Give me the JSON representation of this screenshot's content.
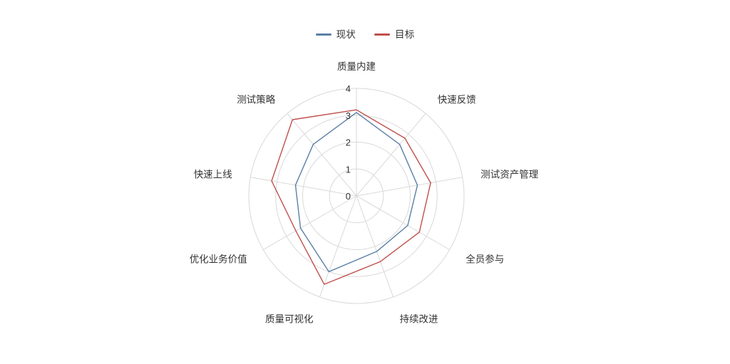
{
  "legend": {
    "items": [
      {
        "label": "现状",
        "color": "#5b7fa6"
      },
      {
        "label": "目标",
        "color": "#c0504d"
      }
    ]
  },
  "axis": {
    "tick_labels": [
      "0",
      "1",
      "2",
      "3",
      "4"
    ],
    "labels": [
      "质量内建",
      "快速反馈",
      "测试资产管理",
      "全员参与",
      "持续改进",
      "质量可视化",
      "优化业务价值",
      "快速上线",
      "测试策略"
    ]
  },
  "chart_data": {
    "type": "radar",
    "title": "",
    "categories": [
      "质量内建",
      "快速反馈",
      "测试资产管理",
      "全员参与",
      "持续改进",
      "质量可视化",
      "优化业务价值",
      "快速上线",
      "测试策略"
    ],
    "series": [
      {
        "name": "现状",
        "color": "#5b7fa6",
        "values": [
          3.1,
          2.5,
          2.3,
          2.2,
          2.2,
          3.0,
          2.4,
          2.3,
          2.5
        ]
      },
      {
        "name": "目标",
        "color": "#c0504d",
        "values": [
          3.2,
          2.8,
          2.8,
          2.7,
          2.6,
          3.5,
          2.6,
          3.2,
          3.7
        ]
      }
    ],
    "rlim": [
      0,
      4
    ],
    "rticks": [
      0,
      1,
      2,
      3,
      4
    ],
    "grid": true,
    "legend_position": "top",
    "fill": false,
    "start_angle": 90,
    "direction": "clockwise"
  }
}
